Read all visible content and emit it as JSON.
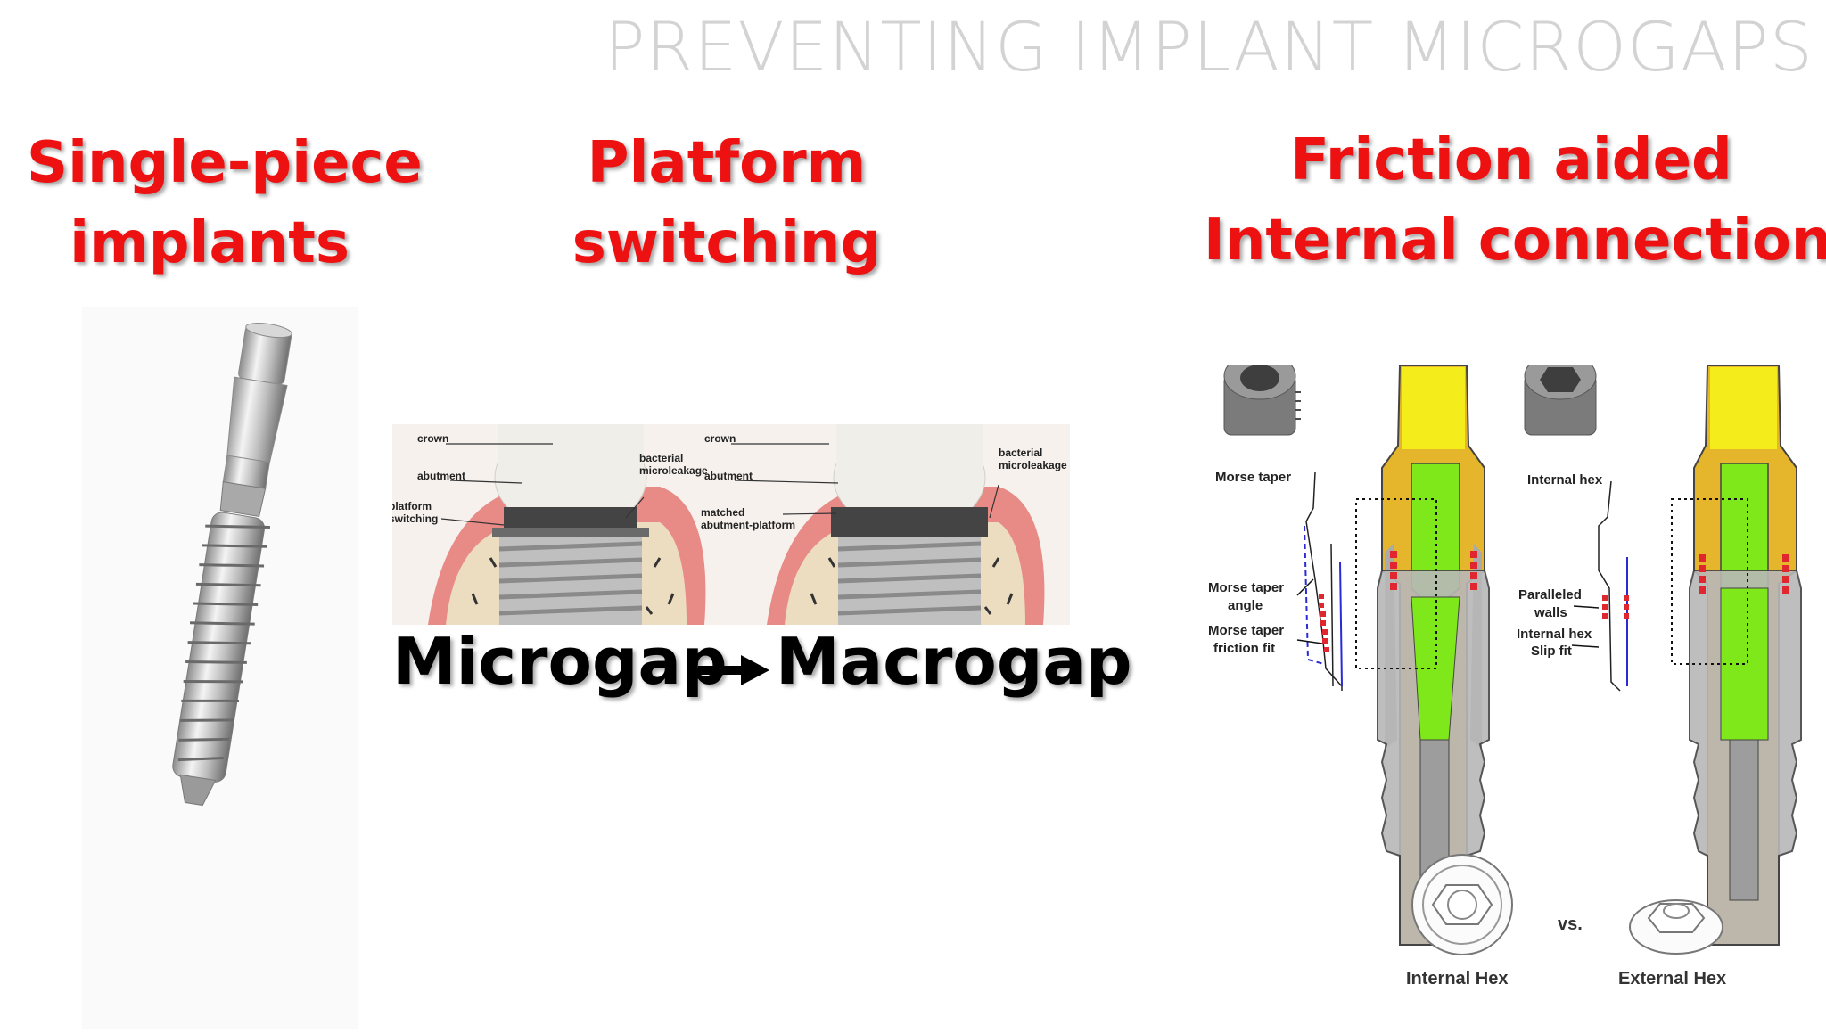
{
  "slide_title": "PREVENTING IMPLANT MICROGAPS",
  "headings": {
    "single_piece": [
      "Single-piece",
      "implants"
    ],
    "platform_switching": [
      "Platform",
      "switching"
    ],
    "friction": [
      "Friction aided",
      "Internal connections"
    ]
  },
  "platform_figure": {
    "left": {
      "crown": "crown",
      "abutment": "abutment",
      "platform_switching": [
        "platform",
        "switching"
      ],
      "leakage": [
        "bacterial",
        "microleakage"
      ]
    },
    "right": {
      "crown": "crown",
      "abutment": "abutment",
      "matched": [
        "matched",
        "abutment-platform"
      ],
      "leakage": [
        "bacterial",
        "microleakage"
      ]
    }
  },
  "gap_labels": {
    "micro": "Microgap",
    "macro": "Macrogap"
  },
  "connection_figure": {
    "morse_taper": "Morse taper",
    "morse_angle": [
      "Morse taper",
      "angle"
    ],
    "morse_friction": [
      "Morse taper",
      "friction fit"
    ],
    "internal_hex": "Internal hex",
    "paralleled": [
      "Paralleled",
      "walls"
    ],
    "slip_fit": [
      "Internal hex",
      "Slip fit"
    ],
    "internal_hex_cap": "Internal Hex",
    "vs": "vs.",
    "external_hex_cap": "External Hex"
  },
  "colors": {
    "title": "#d3d3d3",
    "heading": "#ee1111",
    "gum": "#e88a86",
    "bone": "#ecdcc0",
    "abutment_yellow": "#f5ec1c",
    "screw_green": "#7ee81a",
    "red_mark": "#e0262e"
  }
}
